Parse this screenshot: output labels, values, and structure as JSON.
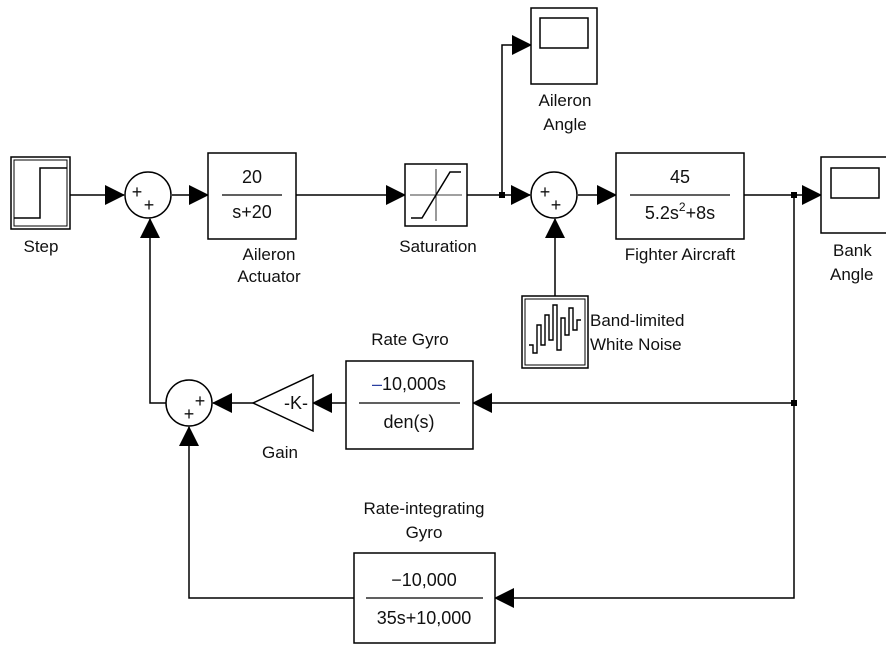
{
  "blocks": {
    "step": {
      "label": "Step"
    },
    "aileron_actuator": {
      "label_line1": "Aileron",
      "label_line2": "Actuator",
      "numerator": "20",
      "denominator": "s+20"
    },
    "saturation": {
      "label": "Saturation"
    },
    "aileron_angle_scope": {
      "label_line1": "Aileron",
      "label_line2": "Angle"
    },
    "fighter_aircraft": {
      "label": "Fighter Aircraft",
      "numerator": "45",
      "den_a": "5.2s",
      "den_exp": "2",
      "den_b": "+8s"
    },
    "bank_angle_scope": {
      "label_line1": "Bank",
      "label_line2": "Angle"
    },
    "noise": {
      "label_line1": "Band-limited",
      "label_line2": "White Noise"
    },
    "rate_gyro": {
      "label": "Rate Gyro",
      "num_sign": "–",
      "numerator": "10,000s",
      "denominator": "den(s)"
    },
    "gain": {
      "label": "Gain",
      "value": "-K-"
    },
    "rate_integrating_gyro": {
      "label_line1": "Rate-integrating",
      "label_line2": "Gyro",
      "numerator": "−10,000",
      "denominator": "35s+10,000"
    }
  },
  "sum_signs": {
    "plus": "+"
  }
}
